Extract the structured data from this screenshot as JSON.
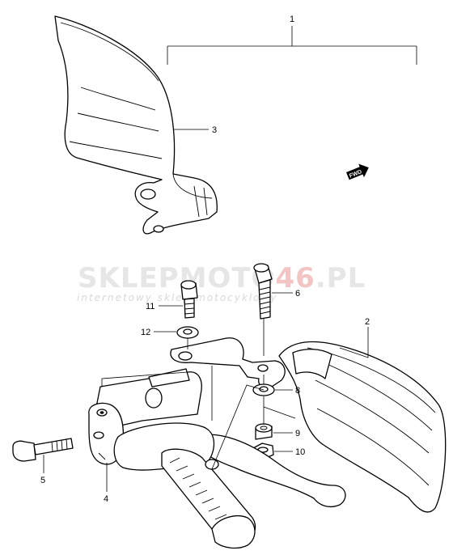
{
  "watermark": {
    "brand_part1": "SKLEP",
    "brand_part2": "MOTO",
    "brand_part3": "46",
    "brand_part4": ".PL",
    "tagline": "internetowy sklep motocyklowy"
  },
  "fwd_badge": {
    "label": "FWD",
    "icon": "arrow-right-icon"
  },
  "callouts": [
    {
      "id": "callout-1",
      "label": "1"
    },
    {
      "id": "callout-2",
      "label": "2"
    },
    {
      "id": "callout-3",
      "label": "3"
    },
    {
      "id": "callout-4",
      "label": "4"
    },
    {
      "id": "callout-5",
      "label": "5"
    },
    {
      "id": "callout-6",
      "label": "6"
    },
    {
      "id": "callout-8",
      "label": "8"
    },
    {
      "id": "callout-9",
      "label": "9"
    },
    {
      "id": "callout-10",
      "label": "10"
    },
    {
      "id": "callout-11",
      "label": "11"
    },
    {
      "id": "callout-12",
      "label": "12"
    }
  ]
}
